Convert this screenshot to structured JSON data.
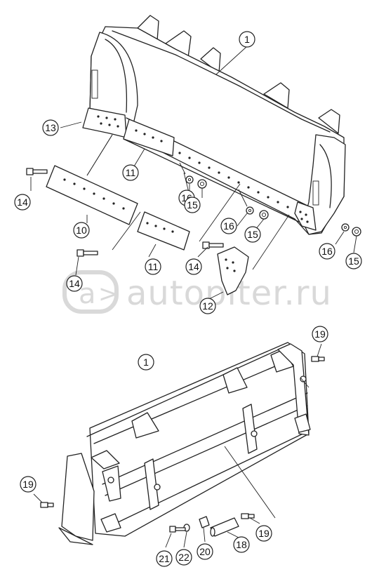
{
  "watermark": {
    "text": "autopiter.ru"
  },
  "callouts": {
    "c1_top": "1",
    "c13": "13",
    "c11_a": "11",
    "c16_a": "16",
    "c15_a": "15",
    "c14_a": "14",
    "c10": "10",
    "c16_b": "16",
    "c15_b": "15",
    "c16_c": "16",
    "c15_c": "15",
    "c14_b": "14",
    "c11_b": "11",
    "c14_c": "14",
    "c12": "12",
    "c19_a": "19",
    "c1_bottom": "1",
    "c19_b": "19",
    "c19_c": "19",
    "c21": "21",
    "c22": "22",
    "c20": "20",
    "c18": "18"
  }
}
